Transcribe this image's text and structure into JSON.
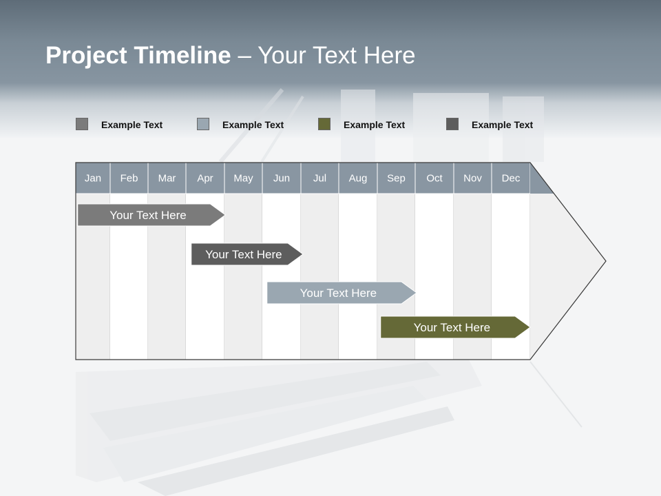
{
  "title": {
    "bold": "Project Timeline",
    "rest": " – Your Text Here"
  },
  "legend": [
    {
      "label": "Example Text",
      "color": "#7b7b7b"
    },
    {
      "label": "Example Text",
      "color": "#9aa7b1"
    },
    {
      "label": "Example Text",
      "color": "#656937"
    },
    {
      "label": "Example Text",
      "color": "#5d5d5d"
    }
  ],
  "timeline": {
    "months": [
      "Jan",
      "Feb",
      "Mar",
      "Apr",
      "May",
      "Jun",
      "Jul",
      "Aug",
      "Sep",
      "Oct",
      "Nov",
      "Dec"
    ],
    "header_color": "#8996a2",
    "tasks": [
      {
        "label": "Your  Text Here",
        "start_month": 0.05,
        "end_month": 3.95,
        "fill": "#7b7b7b",
        "text_color": "#ffffff"
      },
      {
        "label": "Your  Text Here",
        "start_month": 3.05,
        "end_month": 6.0,
        "fill": "#5d5d5d",
        "text_color": "#ffffff"
      },
      {
        "label": "Your  Text Here",
        "start_month": 5.05,
        "end_month": 9.0,
        "fill": "#9aa7b1",
        "text_color": "#ffffff"
      },
      {
        "label": "Your  Text Here",
        "start_month": 8.05,
        "end_month": 12.0,
        "fill": "#656937",
        "text_color": "#ffffff"
      }
    ]
  }
}
